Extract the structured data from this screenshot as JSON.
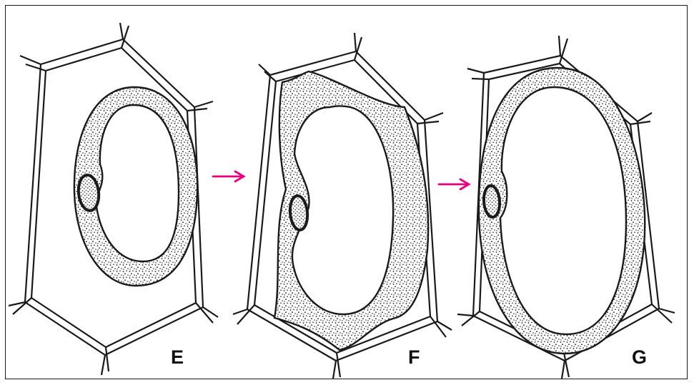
{
  "figure": {
    "panels": [
      {
        "label": "E"
      },
      {
        "label": "F"
      },
      {
        "label": "G"
      }
    ]
  },
  "colors": {
    "ink": "#1a1a1a",
    "arrow": "#e6007e",
    "cytoplasm": "#f4f4f4",
    "background": "#ffffff"
  },
  "icons": [
    "arrow-right-icon"
  ]
}
